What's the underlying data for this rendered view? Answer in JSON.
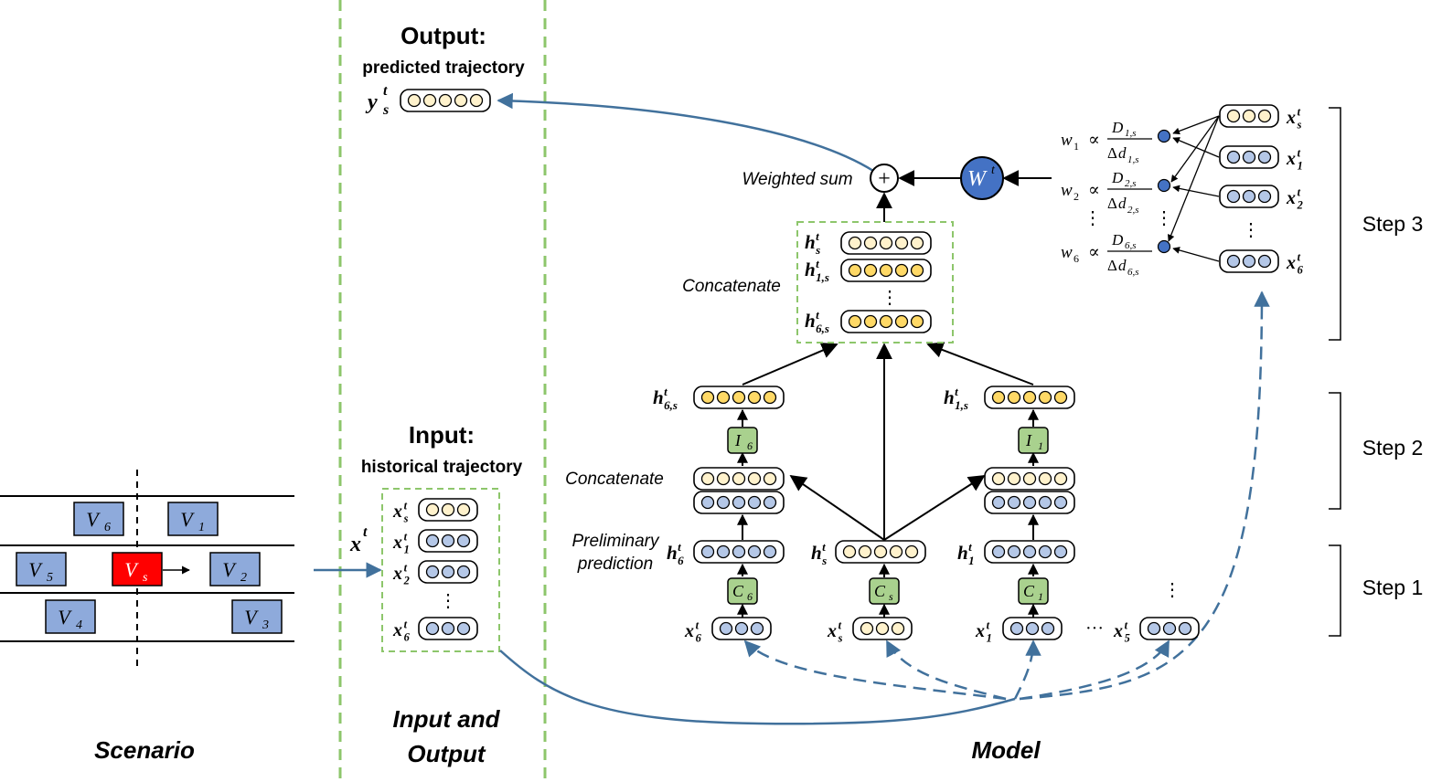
{
  "sections": {
    "scenario": "Scenario",
    "io_line1": "Input and",
    "io_line2": "Output",
    "model": "Model"
  },
  "output": {
    "title": "Output:",
    "subtitle": "predicted trajectory"
  },
  "input": {
    "title": "Input:",
    "subtitle": "historical trajectory"
  },
  "scenario": {
    "vehicles": [
      {
        "base": "V",
        "sub": "6",
        "ego": false
      },
      {
        "base": "V",
        "sub": "1",
        "ego": false
      },
      {
        "base": "V",
        "sub": "5",
        "ego": false
      },
      {
        "base": "V",
        "sub": "s",
        "ego": true
      },
      {
        "base": "V",
        "sub": "2",
        "ego": false
      },
      {
        "base": "V",
        "sub": "4",
        "ego": false
      },
      {
        "base": "V",
        "sub": "3",
        "ego": false
      }
    ]
  },
  "labels": {
    "weighted_sum": "Weighted sum",
    "concatenate": "Concatenate",
    "preliminary_1": "Preliminary",
    "preliminary_2": "prediction",
    "ellipsis_h": "···",
    "ellipsis_v": "⋮"
  },
  "steps": [
    "Step 3",
    "Step 2",
    "Step 1"
  ],
  "math": {
    "plus": "+",
    "propto": "∝",
    "W": "W",
    "W_sup": "t",
    "y": "y",
    "x": "x",
    "h": "h",
    "t": "t",
    "s": "s",
    "s1": "1",
    "s2": "2",
    "s5": "5",
    "s6": "6",
    "s1s": "1,s",
    "s6s": "6,s",
    "s2s": "2,s",
    "w": "w",
    "D": "D",
    "delta": "Δ",
    "d": "d",
    "C": "C",
    "I": "I"
  },
  "colors": {
    "guide_green": "#8dc66b",
    "vehicle_blue": "#8eaadb",
    "ego_red": "#ff0000",
    "arrow_blue": "#41719c",
    "cell_yellow_light": "#fff2cc",
    "cell_yellow": "#ffd966",
    "cell_blue": "#b4c7e7",
    "block_green": "#a9d18e",
    "circle_blue": "#4472c4"
  }
}
